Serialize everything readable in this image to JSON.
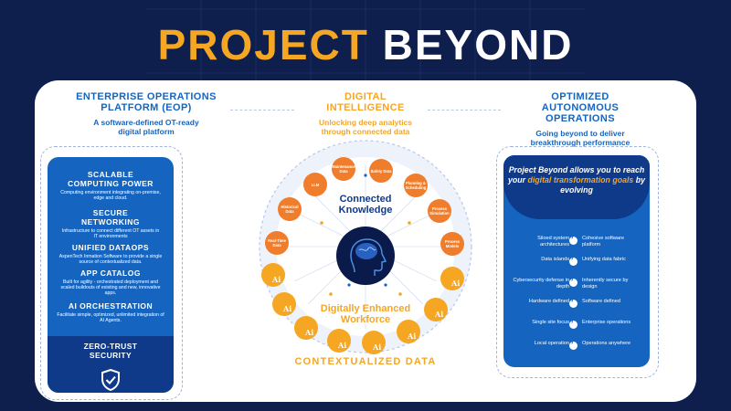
{
  "title": {
    "word1": "PROJECT",
    "word2": "BEYOND"
  },
  "columns": {
    "left": {
      "heading": "ENTERPRISE OPERATIONS PLATFORM (EOP)",
      "sub": "A software-defined OT-ready digital platform"
    },
    "center": {
      "heading": "DIGITAL INTELLIGENCE",
      "sub": "Unlocking deep analytics through connected data"
    },
    "right": {
      "heading": "OPTIMIZED AUTONOMOUS OPERATIONS",
      "sub": "Going beyond to deliver breakthrough performance"
    }
  },
  "left_items": [
    {
      "title": "SCALABLE COMPUTING POWER",
      "desc": "Computing environment integrating on-premise, edge and cloud."
    },
    {
      "title": "SECURE NETWORKING",
      "desc": "Infrastructure to connect different OT assets in IT environments"
    },
    {
      "title": "UNIFIED DATAOPS",
      "desc": "AspenTech Inmation Software to provide a single source of contextualized data."
    },
    {
      "title": "APP CATALOG",
      "desc": "Built for agility - orchestrated deployment and scaled buildouts of existing and new, innovative apps."
    },
    {
      "title": "AI ORCHESTRATION",
      "desc": "Facilitate simple, optimized, unlimited integration of AI Agents."
    }
  ],
  "zero_trust": "ZERO-TRUST SECURITY",
  "right_intro": {
    "part1": "Project Beyond allows you to reach your ",
    "highlight": "digital transformation goals",
    "part2": " by evolving"
  },
  "right_rows": [
    {
      "from": "Siloed system architectures",
      "to": "Cohesive software platform"
    },
    {
      "from": "Data islands",
      "to": "Unifying data fabric"
    },
    {
      "from": "Cybersecurity defense in depth",
      "to": "Inherently secure by design"
    },
    {
      "from": "Hardware defined",
      "to": "Software defined"
    },
    {
      "from": "Single site focus",
      "to": "Enterprise operations"
    },
    {
      "from": "Local operation",
      "to": "Operations anywhere"
    }
  ],
  "nodes": [
    "LLM",
    "Maintenance Data",
    "Safety Data",
    "Planning & Scheduling",
    "Historical Data",
    "Process Simulation",
    "Real-Time Data",
    "Process Models"
  ],
  "connected_knowledge": "Connected Knowledge",
  "digital_workforce": "Digitally Enhanced Workforce",
  "ai_label": "Ai",
  "contextualized": "CONTEXTUALIZED DATA",
  "colors": {
    "navy": "#0f1f4d",
    "blue": "#1565c0",
    "dark_blue": "#0f3a8a",
    "orange": "#f5a623",
    "node_orange": "#ef7d2c"
  },
  "icons": [
    "shield-check-icon",
    "brain-head-icon",
    "worker-icon",
    "arrow-right-icon"
  ]
}
